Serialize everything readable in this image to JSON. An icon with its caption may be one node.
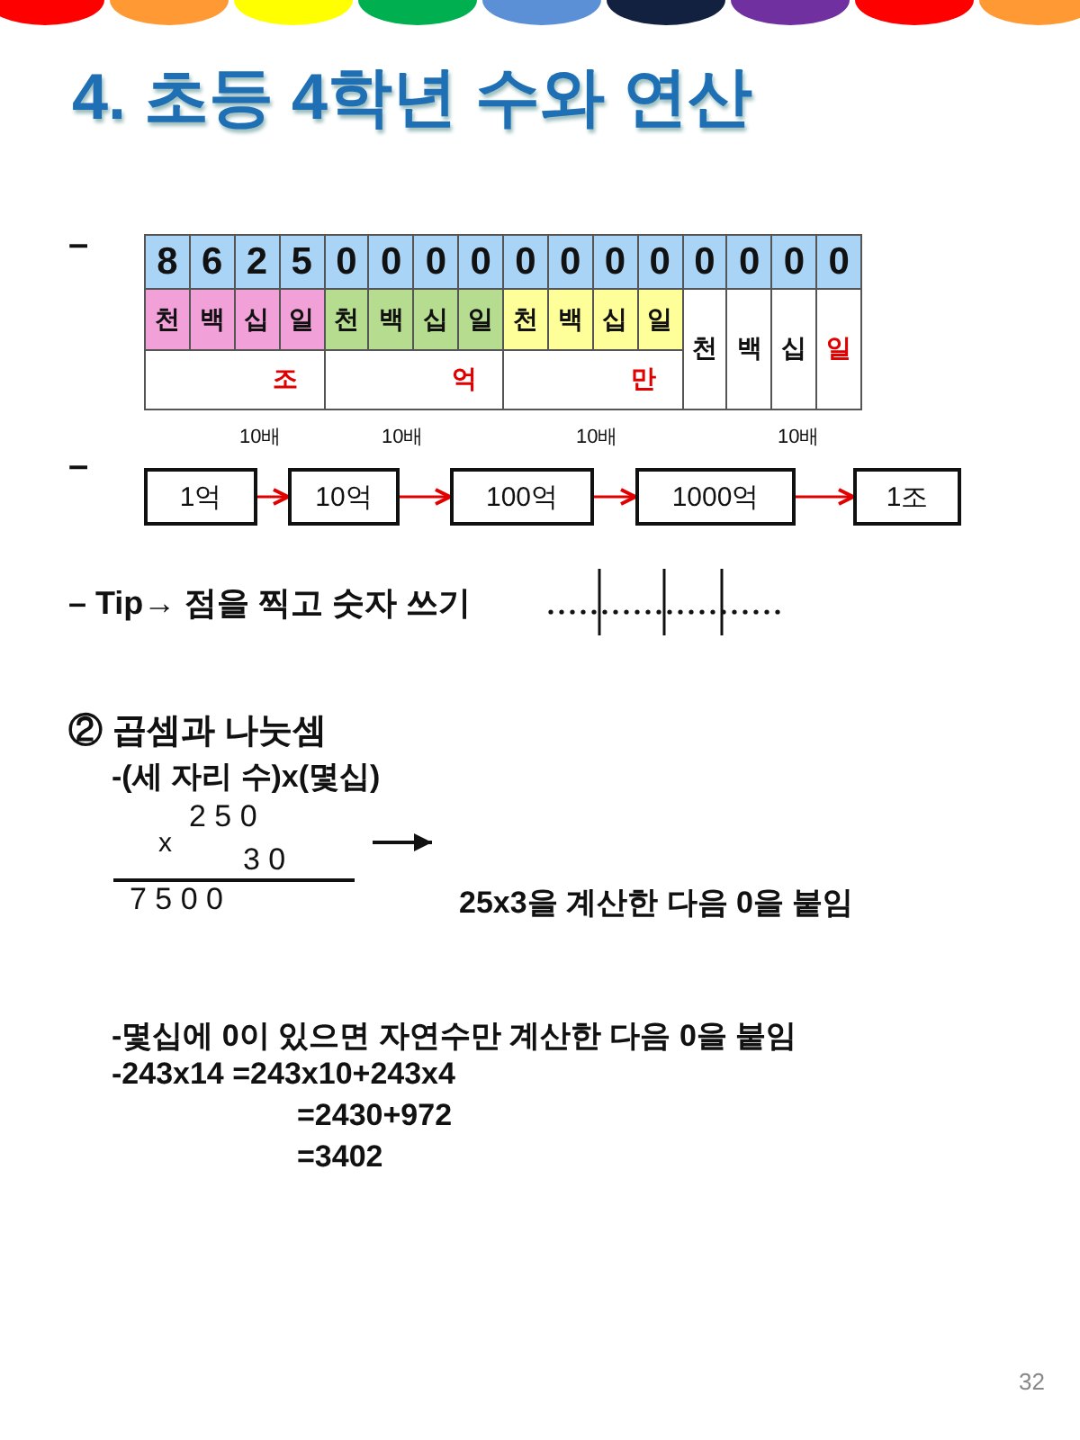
{
  "diagram": {
    "title": "4. 초등 4학년 수와 연산",
    "nodes": [
      {
        "text": [
          "1억"
        ]
      },
      {
        "text": [
          "10억"
        ]
      },
      {
        "text": [
          "100억"
        ]
      },
      {
        "text": [
          "1000억"
        ]
      },
      {
        "text": [
          "1조"
        ]
      }
    ],
    "edges": [
      {
        "from": 0,
        "to": 1,
        "arrow": "to",
        "label": "10배"
      },
      {
        "from": 1,
        "to": 2,
        "arrow": "to",
        "label": "10배"
      },
      {
        "from": 2,
        "to": 3,
        "arrow": "to",
        "label": "10배"
      },
      {
        "from": 3,
        "to": 4,
        "arrow": "to",
        "label": "10배"
      }
    ],
    "labels": [
      "–",
      "8",
      "6",
      "2",
      "5",
      "0",
      "0",
      "0",
      "0",
      "0",
      "0",
      "0",
      "0",
      "0",
      "0",
      "0",
      "0",
      "천",
      "백",
      "십",
      "일",
      "천",
      "백",
      "십",
      "일",
      "천",
      "백",
      "십",
      "일",
      "천",
      "백",
      "십",
      "일",
      "조",
      "억",
      "만",
      "–",
      "– Tip→ 점을 찍고 숫자 쓰기",
      "② 곱셈과 나눗셈",
      "-(세 자리 수)x(몇십)",
      "2 5 0",
      "x",
      "3 0",
      "7 5 0 0",
      "25x3을 계산한 다음 0을 붙임",
      "-몇십에 0이 있으면 자연수만 계산한 다음 0을 붙임",
      "-243x14 =243x10+243x4",
      "=2430+972",
      "=3402",
      "32"
    ]
  }
}
